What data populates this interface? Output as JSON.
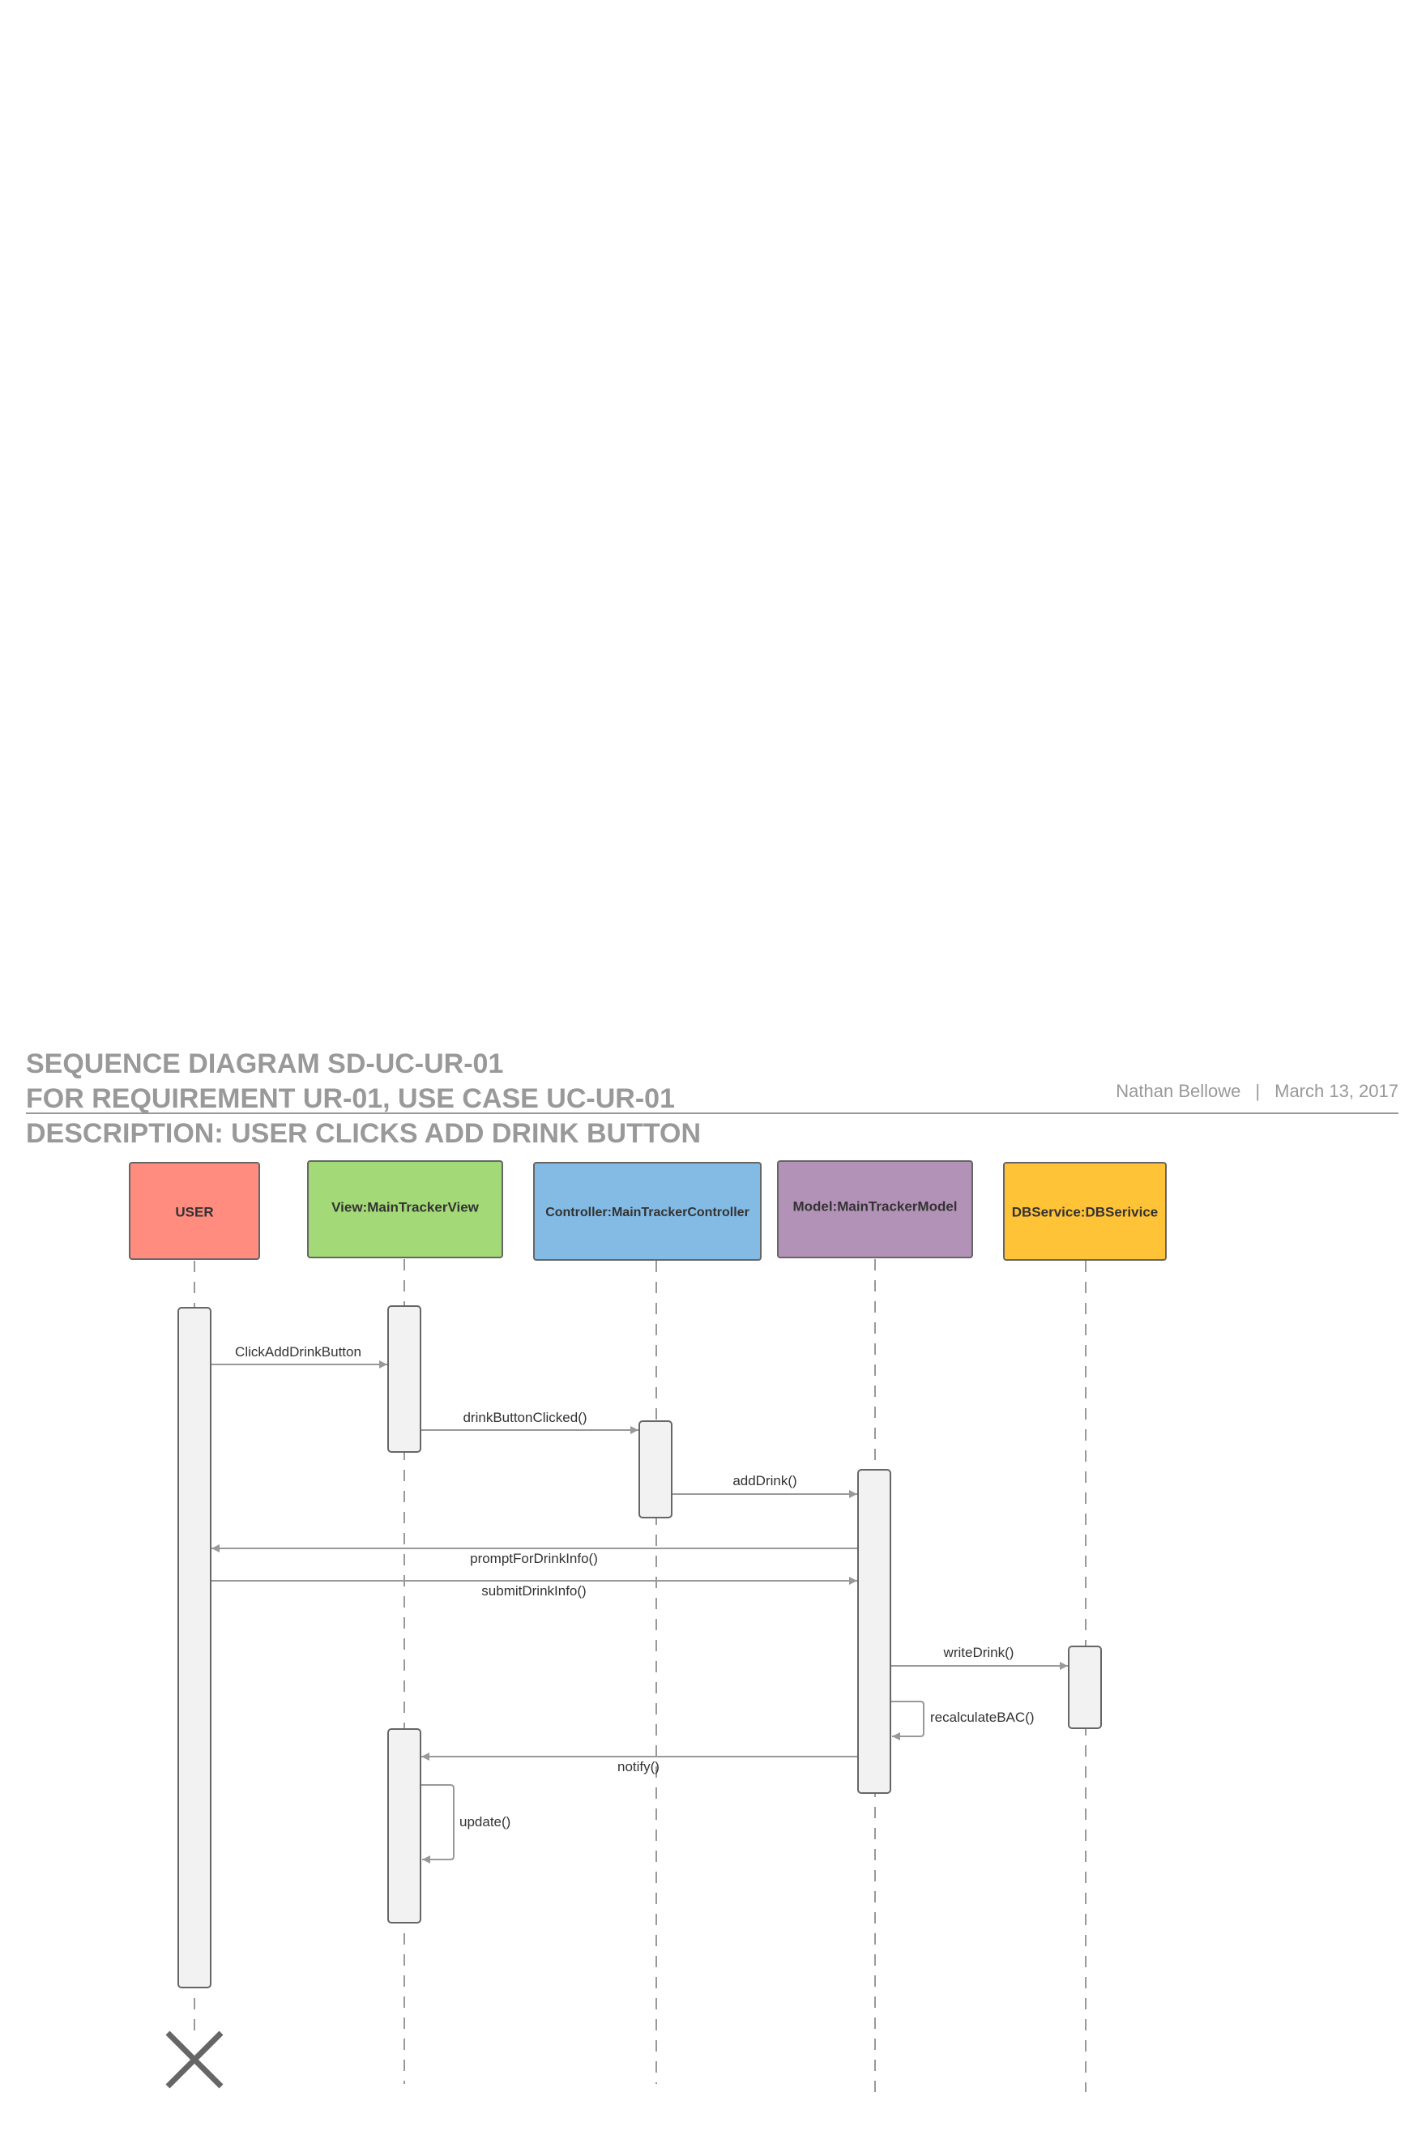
{
  "header": {
    "title_line_1": "SEQUENCE DIAGRAM SD-UC-UR-01",
    "title_line_2": "FOR REQUIREMENT UR-01, USE CASE UC-UR-01",
    "title_line_3": "DESCRIPTION: USER CLICKS ADD DRINK BUTTON",
    "author": "Nathan Bellowe",
    "separator": "|",
    "date": "March 13, 2017"
  },
  "colors": {
    "title": "#999999",
    "lifeline": "#999999",
    "activation_fill": "#f2f2f2",
    "activation_stroke": "#666666",
    "user": "#ff8c7f",
    "view": "#a3d977",
    "controller": "#83bbe5",
    "model": "#b392b7",
    "db": "#ffc337",
    "destroy": "#666666"
  },
  "participants": [
    {
      "id": "user",
      "label": "USER",
      "color": "#ff8c7f"
    },
    {
      "id": "view",
      "label": "View:MainTrackerView",
      "color": "#a3d977"
    },
    {
      "id": "controller",
      "label": "Controller:MainTrackerController",
      "color": "#83bbe5"
    },
    {
      "id": "model",
      "label": "Model:MainTrackerModel",
      "color": "#b392b7"
    },
    {
      "id": "db",
      "label": "DBService:DBSerivice",
      "color": "#ffc337"
    }
  ],
  "messages": [
    {
      "from": "user",
      "to": "view",
      "label": "ClickAddDrinkButton"
    },
    {
      "from": "view",
      "to": "controller",
      "label": "drinkButtonClicked()"
    },
    {
      "from": "controller",
      "to": "model",
      "label": "addDrink()"
    },
    {
      "from": "model",
      "to": "user",
      "label": "promptForDrinkInfo()"
    },
    {
      "from": "user",
      "to": "model",
      "label": "submitDrinkInfo()"
    },
    {
      "from": "model",
      "to": "db",
      "label": "writeDrink()"
    },
    {
      "from": "model",
      "to": "model",
      "label": "recalculateBAC()"
    },
    {
      "from": "model",
      "to": "view",
      "label": "notify()"
    },
    {
      "from": "view",
      "to": "view",
      "label": "update()"
    }
  ]
}
